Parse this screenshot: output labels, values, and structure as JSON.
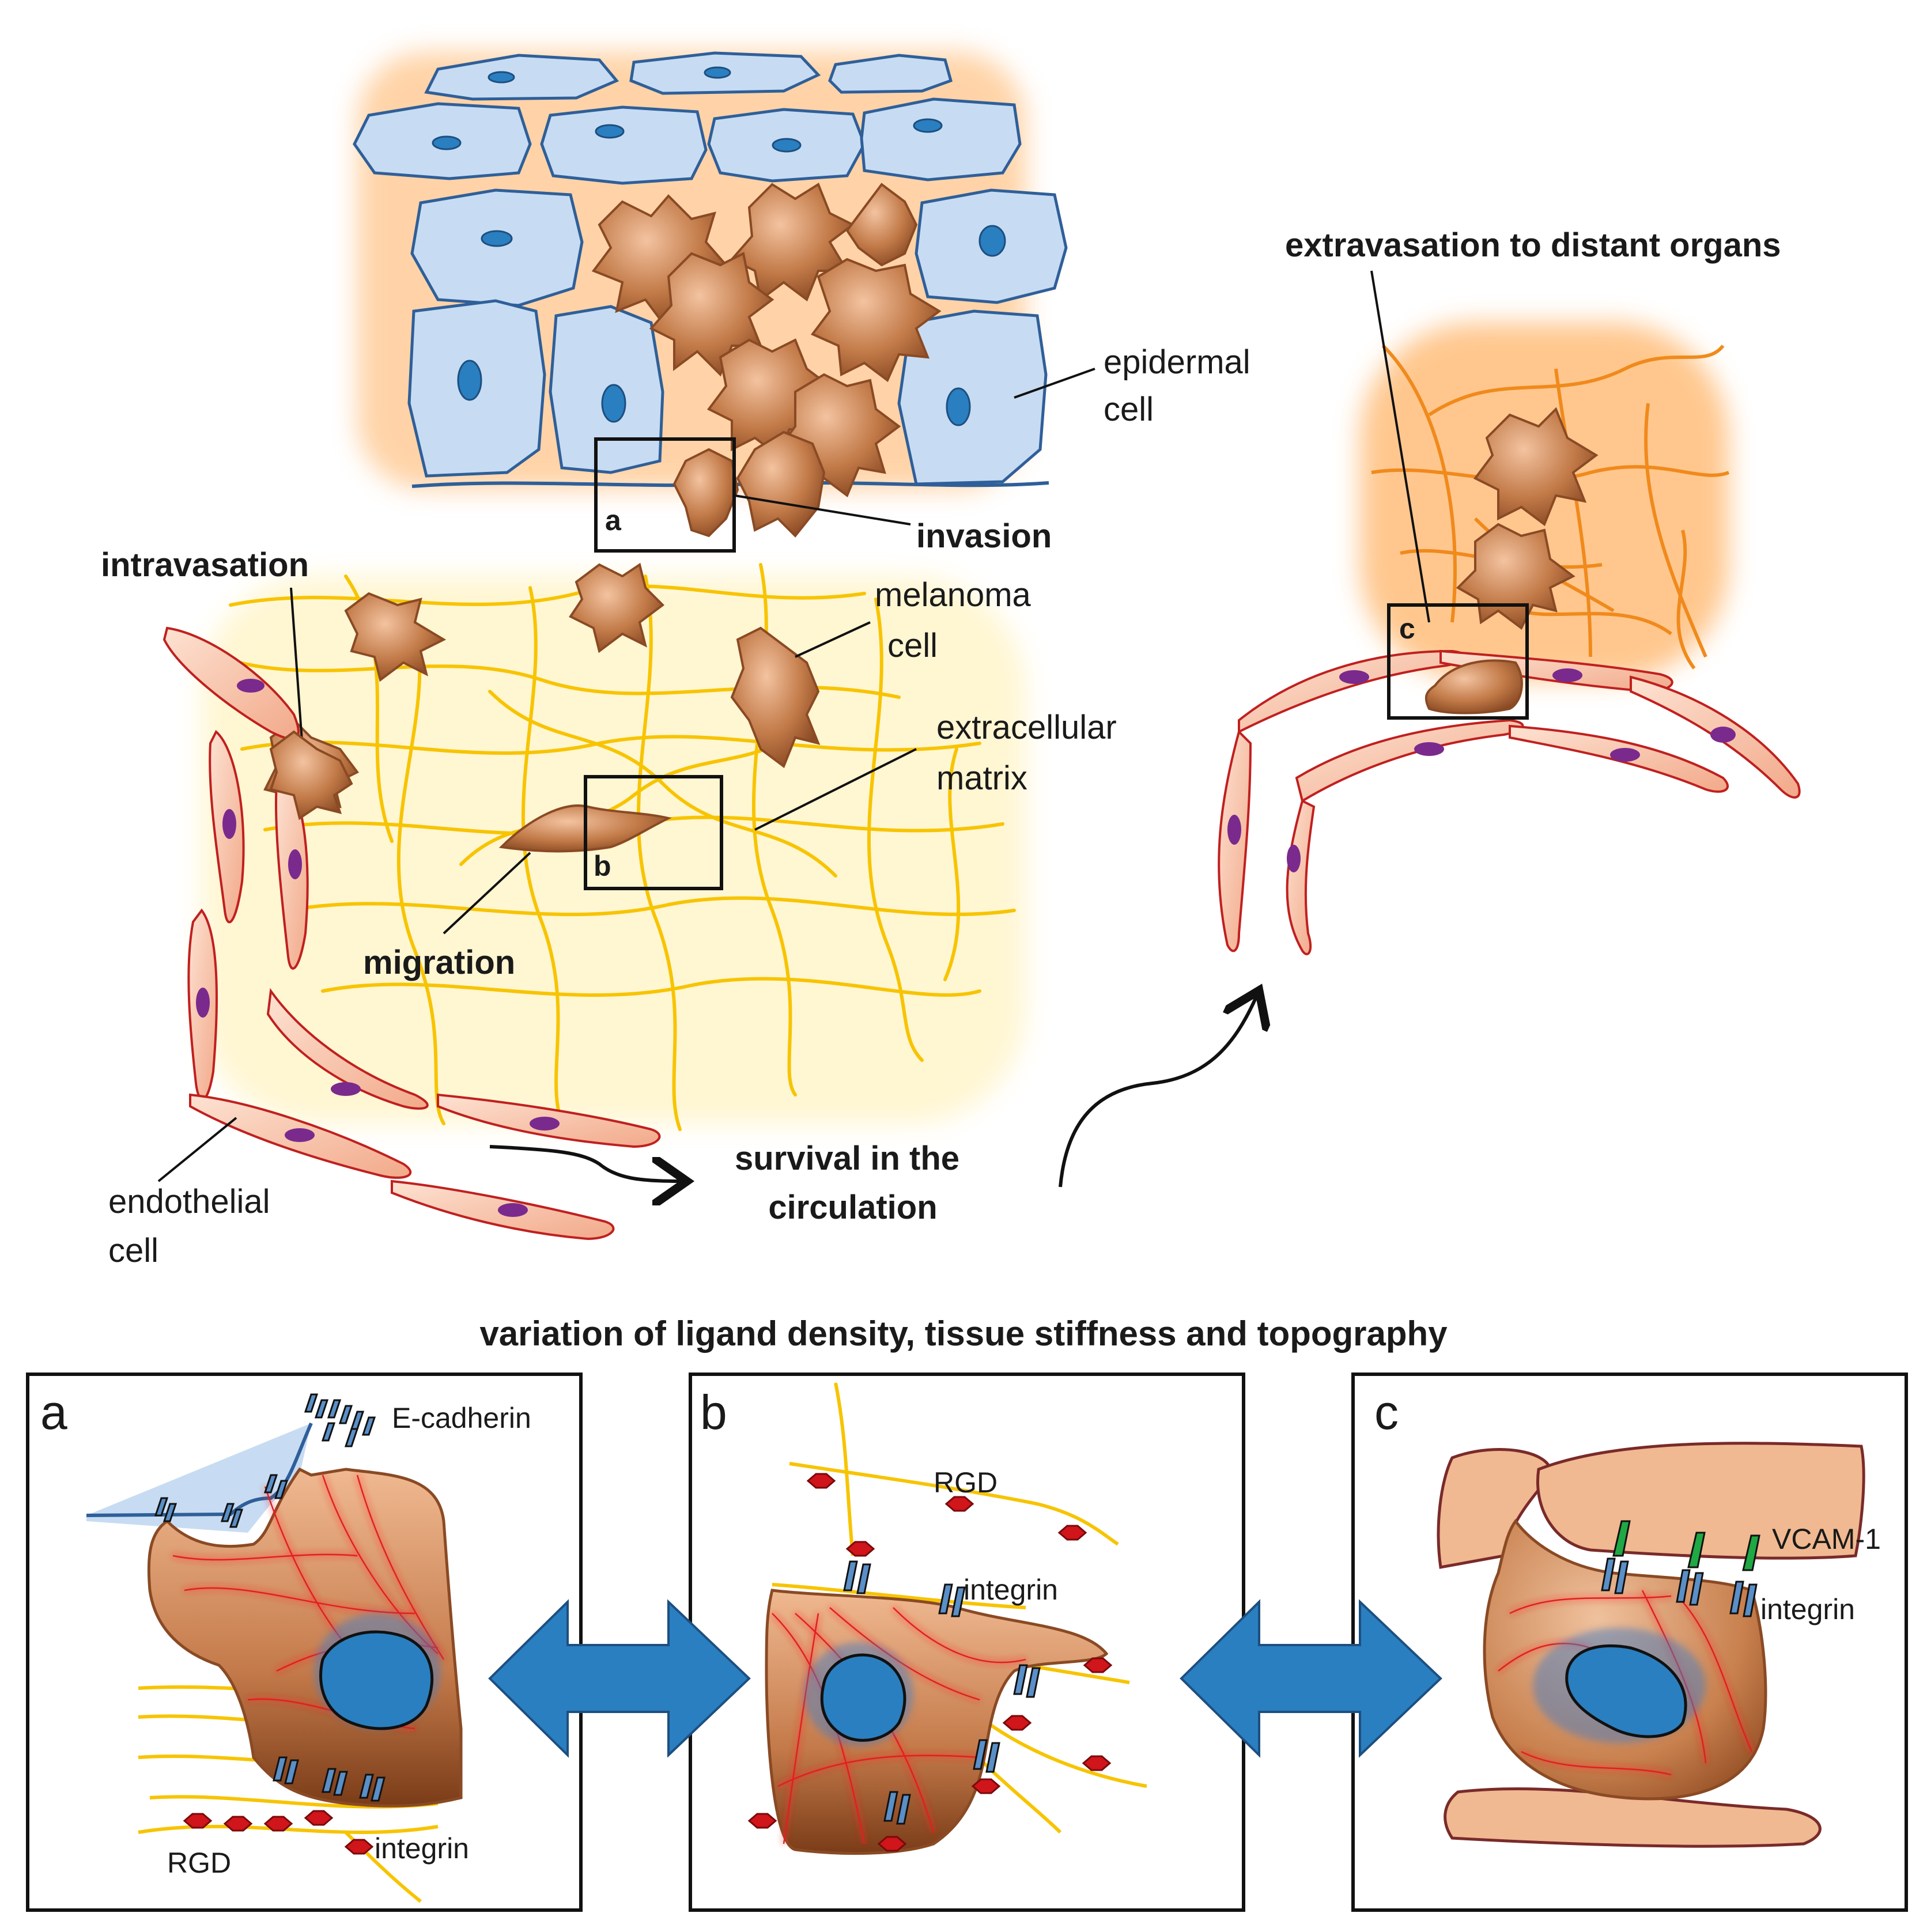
{
  "labels": {
    "epidermal_line1": "epidermal",
    "epidermal_line2": "cell",
    "invasion": "invasion",
    "intravasation": "intravasation",
    "melanoma_line1": "melanoma",
    "melanoma_line2": "cell",
    "ecm_line1": "extracellular",
    "ecm_line2": "matrix",
    "migration": "migration",
    "endothelial_line1": "endothelial",
    "endothelial_line2": "cell",
    "survival_line1": "survival in the",
    "survival_line2": "circulation",
    "extravasation": "extravasation to distant organs",
    "box_a": "a",
    "box_b": "b",
    "box_c": "c"
  },
  "bottom": {
    "title": "variation of ligand density, tissue stiffness and topography",
    "panel_a": {
      "letter": "a",
      "ecad": "E-cadherin",
      "rgd": "RGD",
      "integrin": "integrin"
    },
    "panel_b": {
      "letter": "b",
      "rgd": "RGD",
      "integrin": "integrin"
    },
    "panel_c": {
      "letter": "c",
      "vcam": "VCAM-1",
      "integrin": "integrin"
    }
  },
  "colors": {
    "epidermal_fill": "#c7dcf2",
    "epidermal_stroke": "#2f5f99",
    "nucleus_blue": "#2a7fc0",
    "melanoma_brown": "#b86a3c",
    "matrix_yellow": "#f7c400",
    "endothelial_fill": "#f6c3a8",
    "endothelial_stroke": "#c0201f",
    "endothelial_nucleus": "#7a2a8c",
    "orange_matrix": "#f08a1c",
    "arrow_blue": "#2a7fc0",
    "rgd_red": "#d0151b",
    "vcam_green": "#1fa844"
  }
}
